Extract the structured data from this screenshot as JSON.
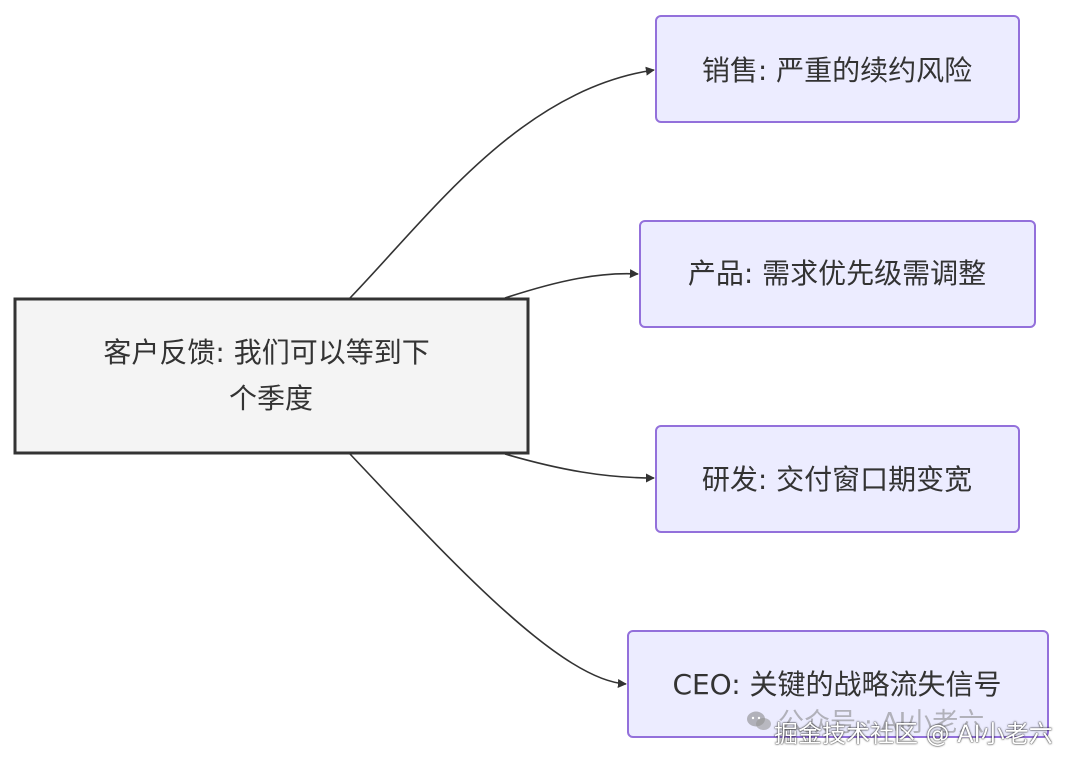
{
  "diagram": {
    "source": {
      "lines": [
        "客户反馈: 我们可以等到下",
        "个季度"
      ]
    },
    "targets": [
      {
        "label": "销售: 严重的续约风险"
      },
      {
        "label": "产品: 需求优先级需调整"
      },
      {
        "label": "研发: 交付窗口期变宽"
      },
      {
        "label": "CEO: 关键的战略流失信号"
      }
    ]
  },
  "watermark": {
    "back_text": "公众号 · AI小老六",
    "front_text": "掘金技术社区 @ AI小老六"
  },
  "colors": {
    "source_fill": "#f4f4f4",
    "source_stroke": "#333333",
    "target_fill": "#ececff",
    "target_stroke": "#9370db",
    "edge": "#333333",
    "text": "#333333"
  }
}
